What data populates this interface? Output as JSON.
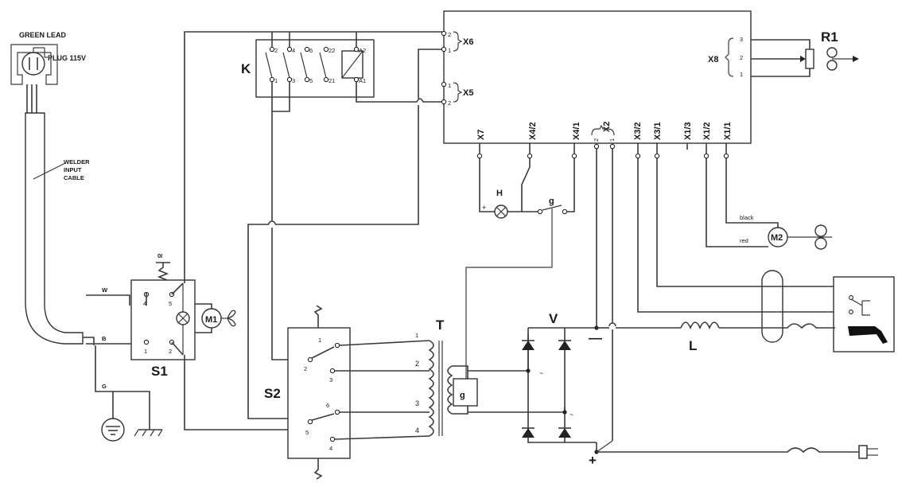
{
  "labels": {
    "green_lead": "GREEN LEAD",
    "plug": "PLUG 115V",
    "welder_cable_1": "WELDER",
    "welder_cable_2": "INPUT",
    "welder_cable_3": "CABLE",
    "wire_w": "W",
    "wire_b": "B",
    "wire_g": "G",
    "s1": "S1",
    "s2": "S2",
    "k": "K",
    "m1": "M1",
    "m2": "M2",
    "r1": "R1",
    "h": "H",
    "g_sw": "g",
    "g_box": "g",
    "t": "T",
    "v": "V",
    "l": "L",
    "black": "black",
    "red": "red",
    "ol": "0I",
    "minus": "—",
    "plus": "+",
    "h_plus": "+"
  },
  "relay_k": {
    "top_pins": [
      "2",
      "4",
      "6",
      "22",
      "A2"
    ],
    "bottom_pins": [
      "1",
      "3",
      "5",
      "21",
      "A1"
    ]
  },
  "control_board": {
    "left_connectors": [
      {
        "name": "X6",
        "pins": [
          "2",
          "1"
        ]
      },
      {
        "name": "X5",
        "pins": [
          "1",
          "2"
        ]
      }
    ],
    "right_connector": {
      "name": "X8",
      "pins": [
        "3",
        "2",
        "1"
      ]
    },
    "bottom_terminals": [
      "X7",
      "X4/2",
      "X4/1",
      "X2",
      "X3/2",
      "X3/1",
      "X1/3",
      "X1/2",
      "X1/1"
    ],
    "x2_pins": [
      "2",
      "1"
    ]
  },
  "switch_s1": {
    "pins": [
      "4",
      "5",
      "1",
      "2"
    ]
  },
  "switch_s2": {
    "pins": [
      "1",
      "2",
      "3",
      "6",
      "5",
      "4"
    ]
  },
  "transformer_t": {
    "taps": [
      "1",
      "2",
      "3",
      "4"
    ]
  }
}
